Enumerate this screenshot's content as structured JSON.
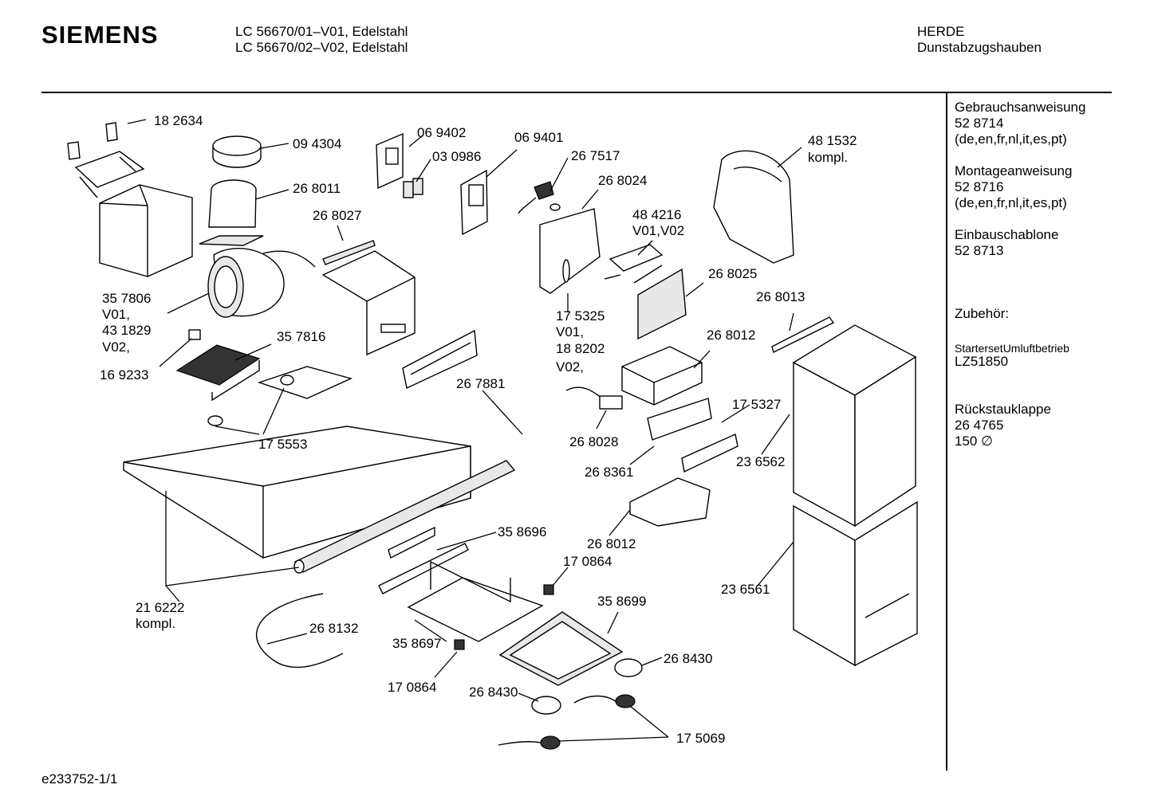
{
  "header": {
    "brand": "SIEMENS",
    "model_line_1": "LC 56670/01–V01, Edelstahl",
    "model_line_2": "LC 56670/02–V02, Edelstahl",
    "category": "HERDE",
    "subcategory": "Dunstabzugshauben"
  },
  "sidebar": {
    "gebrauch_title": "Gebrauchsanweisung",
    "gebrauch_number": "52 8714",
    "gebrauch_langs": "(de,en,fr,nl,it,es,pt)",
    "montage_title": "Montageanweisung",
    "montage_number": "52 8716",
    "montage_langs": "(de,en,fr,nl,it,es,pt)",
    "schablone_title": "Einbauschablone",
    "schablone_number": "52 8713",
    "zubehoer_title": "Zubehör:",
    "starterset_title": "StartersetUmluftbetrieb",
    "starterset_number": "LZ51850",
    "rueckstau_title": "Rückstauklappe",
    "rueckstau_number": "26 4765",
    "rueckstau_size": "150 ∅"
  },
  "footer": {
    "doc_id": "e233752-1/1"
  },
  "parts": [
    "18 2634",
    "09 4304",
    "26 8011",
    "06 9402",
    "03 0986",
    "06 9401",
    "26 7517",
    "26 8024",
    "26 8027",
    "48 4216",
    "V01,V02",
    "48 1532",
    "kompl.",
    "35 7806",
    "V01,",
    "43 1829",
    "V02,",
    "35 7816",
    "16 9233",
    "17 5553",
    "17 5325",
    "V01,",
    "18 8202",
    "V02,",
    "26 8025",
    "26 8013",
    "26 8012",
    "26 7881",
    "26 8028",
    "17 5327",
    "26 8361",
    "23 6562",
    "35 8696",
    "26 8012",
    "17 0864",
    "21 6222",
    "kompl.",
    "26 8132",
    "35 8699",
    "35 8697",
    "23 6561",
    "26 8430",
    "17 0864",
    "26 8430",
    "17 5069"
  ]
}
